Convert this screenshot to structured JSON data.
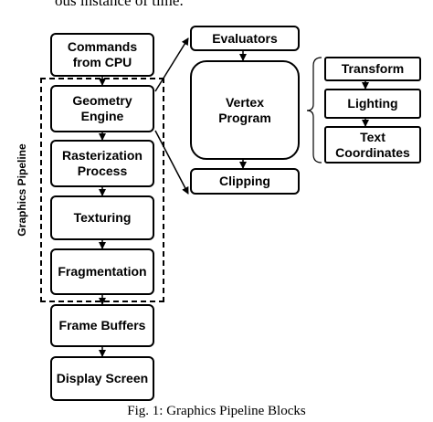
{
  "header_text": "ous instance of time.",
  "side_label": "Graphics Pipeline",
  "blocks": {
    "commands": "Commands\nfrom CPU",
    "geometry": "Geometry\nEngine",
    "rasterization": "Rasterization\nProcess",
    "texturing": "Texturing",
    "fragmentation": "Fragmentation",
    "frame_buffers": "Frame Buffers",
    "display_screen": "Display Screen",
    "evaluators": "Evaluators",
    "vertex_program": "Vertex\nProgram",
    "clipping": "Clipping",
    "transform": "Transform",
    "lighting": "Lighting",
    "text_coordinates": "Text\nCoordinates"
  },
  "caption": "Fig. 1: Graphics Pipeline Blocks"
}
